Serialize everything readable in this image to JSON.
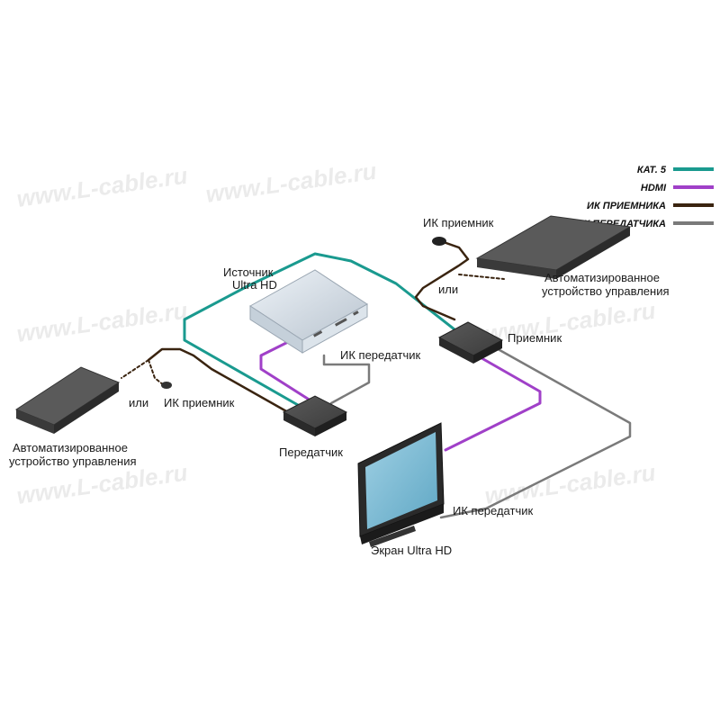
{
  "legend": [
    {
      "label": "КАТ. 5",
      "color": "#1a9a8f"
    },
    {
      "label": "HDMI",
      "color": "#a040c8"
    },
    {
      "label": "ИК ПРИЕМНИКА",
      "color": "#3a2410"
    },
    {
      "label": "ИК ПЕРЕДАТЧИКА",
      "color": "#7a7a7a"
    }
  ],
  "labels": {
    "source_line1": "Источник",
    "source_line2": "Ultra HD",
    "ir_transmitter_source": "ИК передатчик",
    "receiver": "Приемник",
    "ir_receiver_top": "ИК приемник",
    "or_top": "или",
    "automation_right_line1": "Автоматизированное",
    "automation_right_line2": "устройство управления",
    "or_left": "или",
    "ir_receiver_left": "ИК приемник",
    "automation_left_line1": "Автоматизированное",
    "automation_left_line2": "устройство управления",
    "transmitter": "Передатчик",
    "ir_transmitter_display": "ИК передатчик",
    "display": "Экран Ultra HD"
  },
  "watermark": "www.L-cable.ru",
  "colors": {
    "cat5": "#1a9a8f",
    "hdmi": "#a040c8",
    "ir_rx": "#3a2410",
    "ir_tx": "#7a7a7a"
  }
}
